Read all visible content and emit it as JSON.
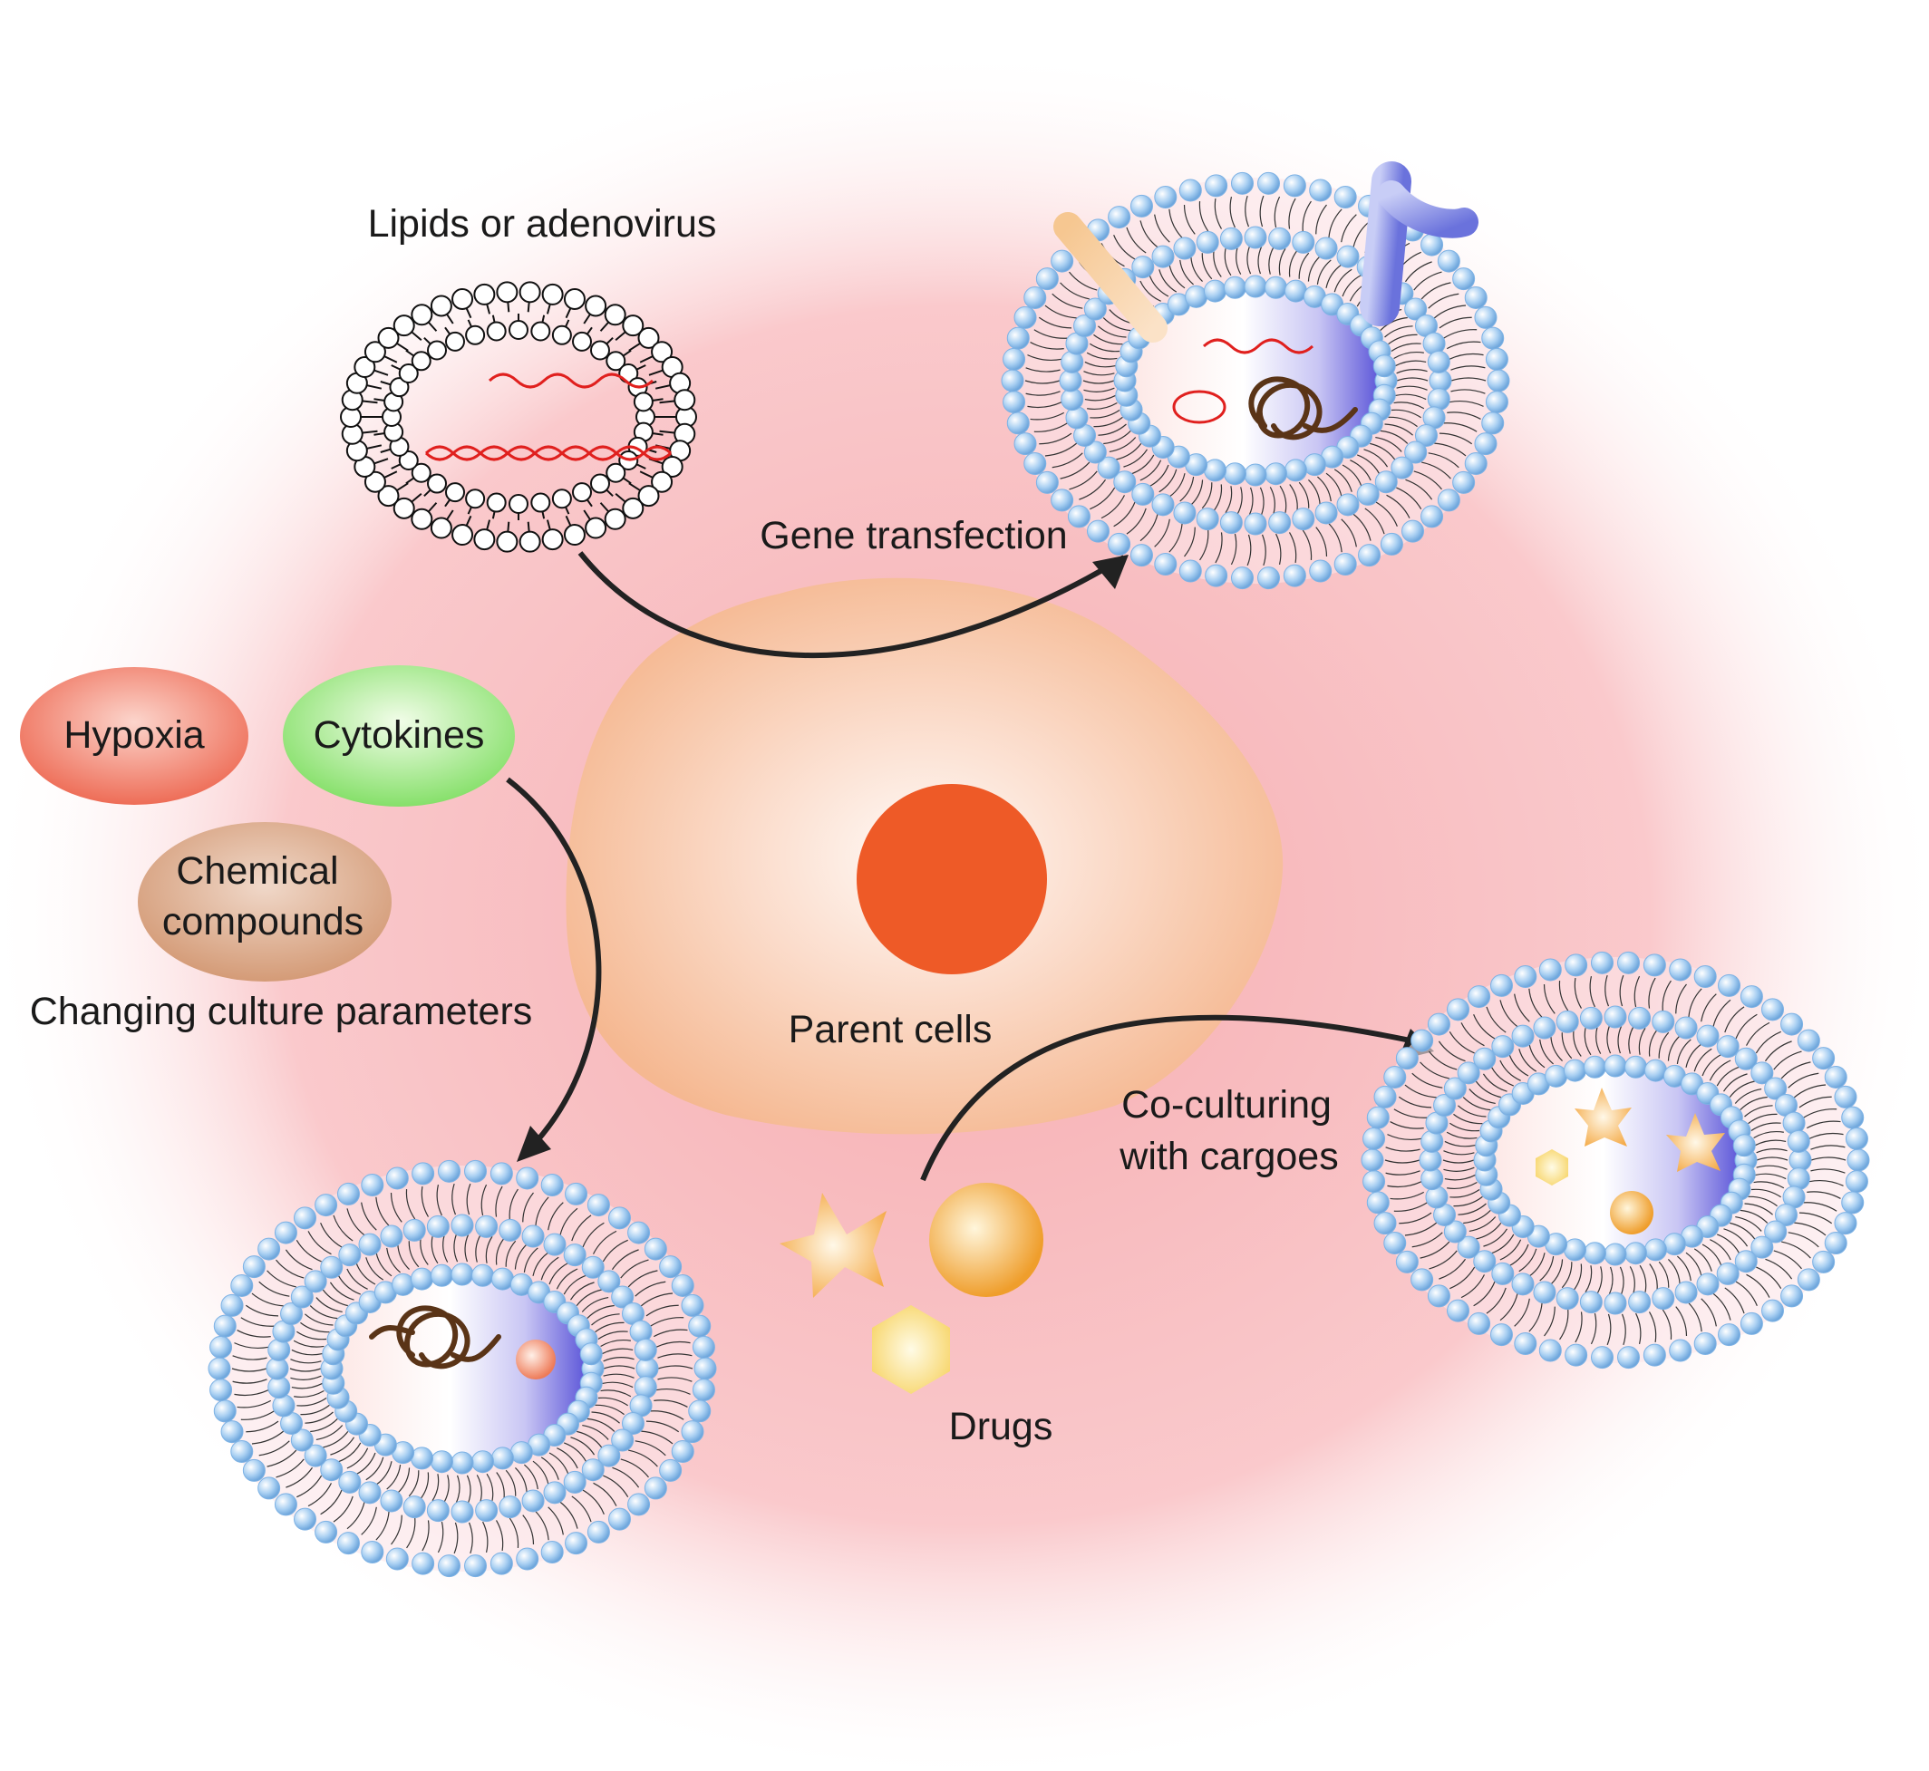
{
  "labels": {
    "lipids": "Lipids or adenovirus",
    "gene_transfection": "Gene transfection",
    "hypoxia": "Hypoxia",
    "cytokines": "Cytokines",
    "chemical_line1": "Chemical",
    "chemical_line2": "compounds",
    "culture": "Changing culture parameters",
    "parent": "Parent cells",
    "coculture_line1": "Co-culturing",
    "coculture_line2": "with cargoes",
    "drugs": "Drugs"
  },
  "colors": {
    "background_glow": "#f7b9bd",
    "cell_body": "#f6c3a6",
    "nucleus": "#ee5a27",
    "hypoxia_bubble": "#ee7a67",
    "cytokines_bubble": "#9fe88a",
    "chemical_bubble": "#d8a586",
    "membrane_bead": "#a9d0f2",
    "lumen_blue": "#8a84e8",
    "rna_red": "#e0201e",
    "protein_brown": "#5a3417",
    "drug_gold": "#f4b24a",
    "arrow": "#222222"
  },
  "icons": [
    "liposome-icon",
    "vesicle-gene-icon",
    "vesicle-culture-icon",
    "vesicle-cargo-icon",
    "star-drug-icon",
    "sphere-drug-icon",
    "hexagon-drug-icon",
    "receptor-icon",
    "protein-icon"
  ]
}
